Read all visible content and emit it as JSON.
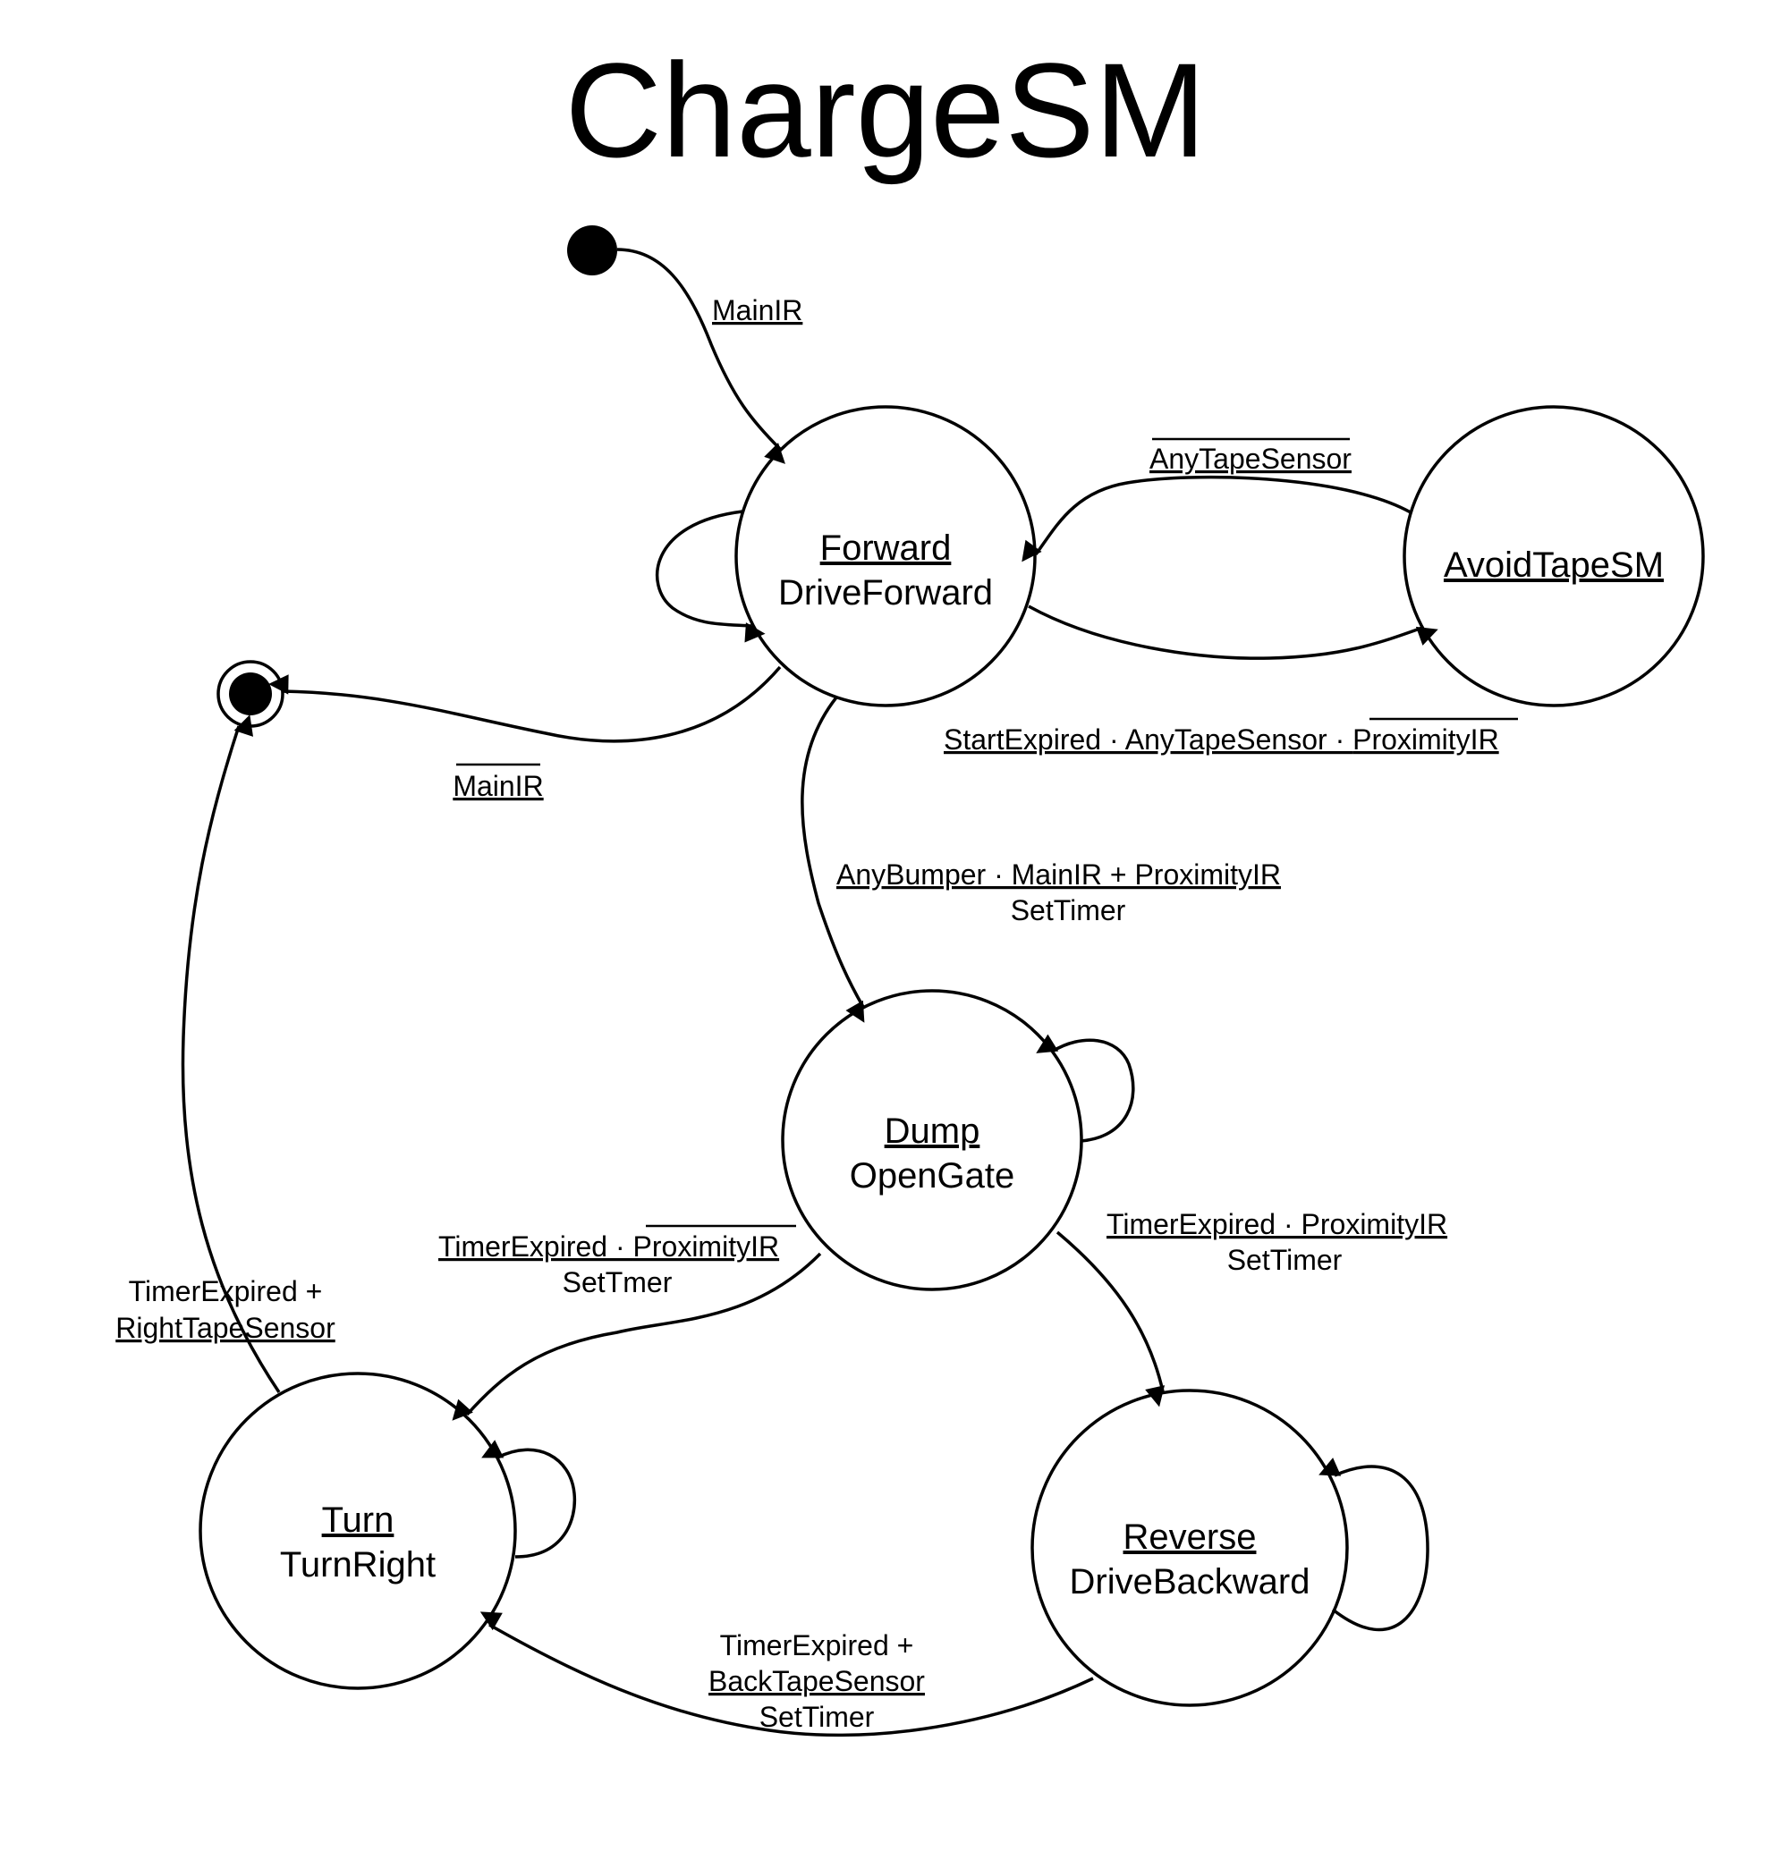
{
  "title": "ChargeSM",
  "states": {
    "forward": {
      "name": "Forward",
      "action": "DriveForward"
    },
    "avoid": {
      "name": "AvoidTapeSM"
    },
    "dump": {
      "name": "Dump",
      "action": "OpenGate"
    },
    "turn": {
      "name": "Turn",
      "action": "TurnRight"
    },
    "reverse": {
      "name": "Reverse",
      "action": "DriveBackward"
    }
  },
  "transitions": {
    "init_to_forward": {
      "event": "MainIR"
    },
    "avoid_to_forward": {
      "event": "AnyTapeSensor"
    },
    "forward_to_avoid": {
      "part1": "StartExpired · AnyTapeSensor · ",
      "part2": "ProximityIR"
    },
    "forward_to_final": {
      "event": "MainIR"
    },
    "forward_to_dump": {
      "event": "AnyBumper · MainIR + ProximityIR",
      "action": "SetTimer"
    },
    "dump_to_turn": {
      "part1": "TimerExpired · ",
      "part2": "ProximityIR",
      "action": "SetTmer"
    },
    "dump_to_reverse": {
      "event": "TimerExpired · ProximityIR",
      "action": "SetTimer"
    },
    "turn_to_final": {
      "line1": "TimerExpired +",
      "line2": "RightTapeSensor"
    },
    "reverse_to_turn": {
      "line1": "TimerExpired +",
      "line2": "BackTapeSensor",
      "action": "SetTimer"
    }
  }
}
